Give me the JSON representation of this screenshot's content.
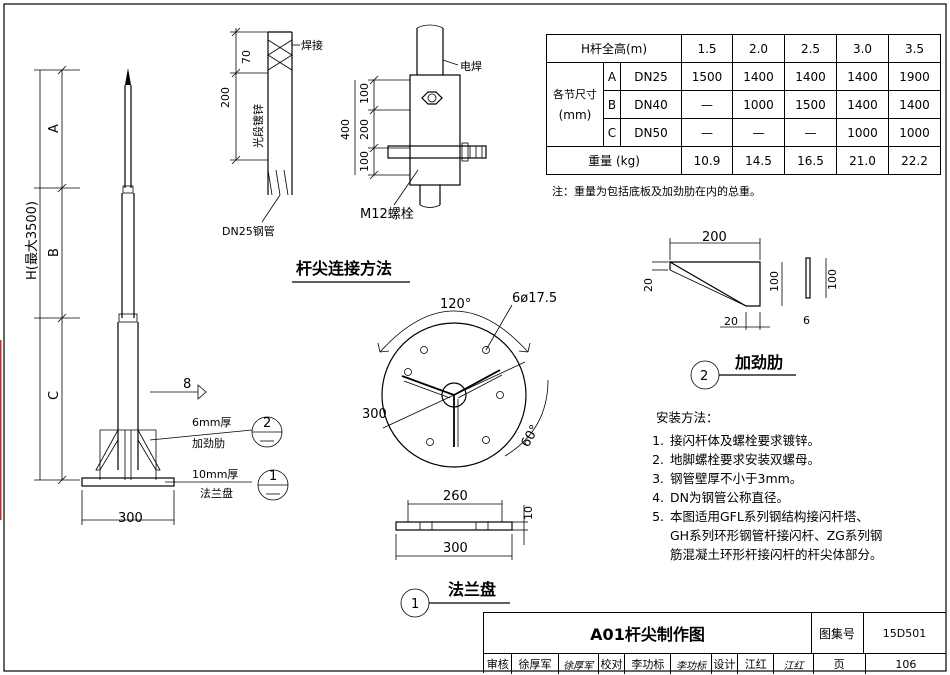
{
  "pole": {
    "height_label": "H(最大3500)",
    "seg_a": "A",
    "seg_b": "B",
    "seg_c": "C",
    "base_width": "300",
    "rib_note": "6mm厚",
    "rib_name": "加劲肋",
    "flange_note": "10mm厚",
    "flange_name": "法兰盘",
    "callout_rib": "2",
    "callout_flange": "1",
    "arrow_label": "8"
  },
  "tip_detail": {
    "dim_70": "70",
    "dim_200": "200",
    "weld_label": "焊接",
    "galvanize": "光段镀锌",
    "pipe": "DN25钢管"
  },
  "connection": {
    "weld_label": "电焊",
    "dim_400": "400",
    "dim_100a": "100",
    "dim_200": "200",
    "dim_100b": "100",
    "bolt": "M12螺栓",
    "title": "杆尖连接方法"
  },
  "table": {
    "header_label": "H杆全高(m)",
    "heights": [
      "1.5",
      "2.0",
      "2.5",
      "3.0",
      "3.5"
    ],
    "size_label": "各节尺寸",
    "unit_label": "(mm)",
    "rows": [
      {
        "seg": "A",
        "dn": "DN25",
        "values": [
          "1500",
          "1400",
          "1400",
          "1400",
          "1900"
        ]
      },
      {
        "seg": "B",
        "dn": "DN40",
        "values": [
          "—",
          "1000",
          "1500",
          "1400",
          "1400"
        ]
      },
      {
        "seg": "C",
        "dn": "DN50",
        "values": [
          "—",
          "—",
          "—",
          "1000",
          "1000"
        ]
      }
    ],
    "weight_label": "重量 (kg)",
    "weights": [
      "10.9",
      "14.5",
      "16.5",
      "21.0",
      "22.2"
    ],
    "note": "注：重量为包括底板及加劲肋在内的总重。"
  },
  "rib": {
    "dim_200": "200",
    "dim_20a": "20",
    "dim_100": "100",
    "dim_20b": "20",
    "dim_100b": "100",
    "dim_6": "6",
    "callout": "2",
    "title": "加劲肋"
  },
  "flange": {
    "angle": "120°",
    "holes": "6ø17.5",
    "dim_300": "300",
    "angle60": "60°",
    "dim_260": "260",
    "dim_10": "10",
    "dim_300b": "300",
    "callout": "1",
    "title": "法兰盘"
  },
  "install": {
    "heading": "安装方法：",
    "items": [
      "接闪杆体及螺栓要求镀锌。",
      "地脚螺栓要求安装双螺母。",
      "钢管壁厚不小于3mm。",
      "DN为钢管公称直径。",
      "本图适用GFL系列钢结构接闪杆塔、GH系列环形钢管杆接闪杆、ZG系列钢筋混凝土环形杆接闪杆的杆尖体部分。"
    ]
  },
  "title_block": {
    "title": "A01杆尖制作图",
    "atlas_label": "图集号",
    "atlas_no": "15D501",
    "review": "审核",
    "reviewer": "徐厚军",
    "review_sig": "徐厚军",
    "check": "校对",
    "checker": "李功标",
    "check_sig": "李功标",
    "design": "设计",
    "designer": "江红",
    "design_sig": "江红",
    "page_label": "页",
    "page_no": "106"
  }
}
